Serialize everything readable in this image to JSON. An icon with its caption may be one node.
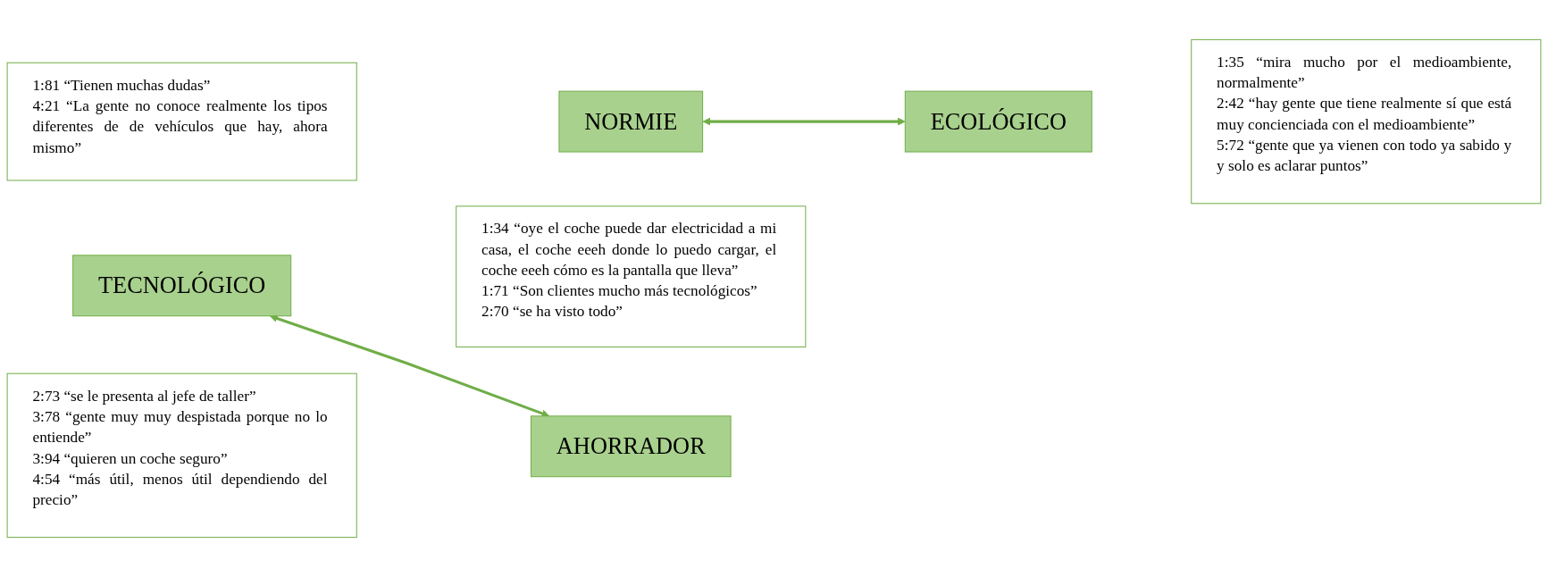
{
  "diagram": {
    "nodes": [
      {
        "text": [
          "1:81 “Tienen muchas dudas”",
          "4:21 “La gente no conoce realmente los tipos diferentes de de vehículos que hay, ahora mismo”"
        ]
      },
      {
        "text": [
          "NORMIE"
        ]
      },
      {
        "text": [
          "TECNOLÓGICO"
        ]
      },
      {
        "text": [
          "1:34 “oye el coche puede dar electricidad a mi casa, el coche eeeh donde lo puedo cargar, el coche eeeh cómo es la pantalla que lleva”",
          "1:71 “Son clientes mucho más tecnológicos”",
          "2:70 “se ha visto todo”"
        ]
      },
      {
        "text": [
          "2:73 “se le presenta al jefe de taller”",
          "3:78 “gente muy muy despistada porque no lo entiende”",
          "3:94 “quieren un coche seguro”",
          "4:54 “más útil, menos útil dependiendo del precio”"
        ]
      },
      {
        "text": [
          "AHORRADOR"
        ]
      },
      {
        "text": [
          "ECOLÓGICO"
        ]
      },
      {
        "text": [
          "1:35 “mira mucho por el medioambiente, normalmente”",
          "2:42 “hay gente que tiene realmente sí que está muy concienciada con el medioambiente”",
          "5:72 “gente que ya vienen con todo ya sabido y y solo es aclarar puntos”"
        ]
      }
    ],
    "edges": [
      {
        "from": 1,
        "to": 6,
        "arrow": "both"
      },
      {
        "from": 2,
        "to": 5,
        "arrow": "both"
      }
    ]
  }
}
